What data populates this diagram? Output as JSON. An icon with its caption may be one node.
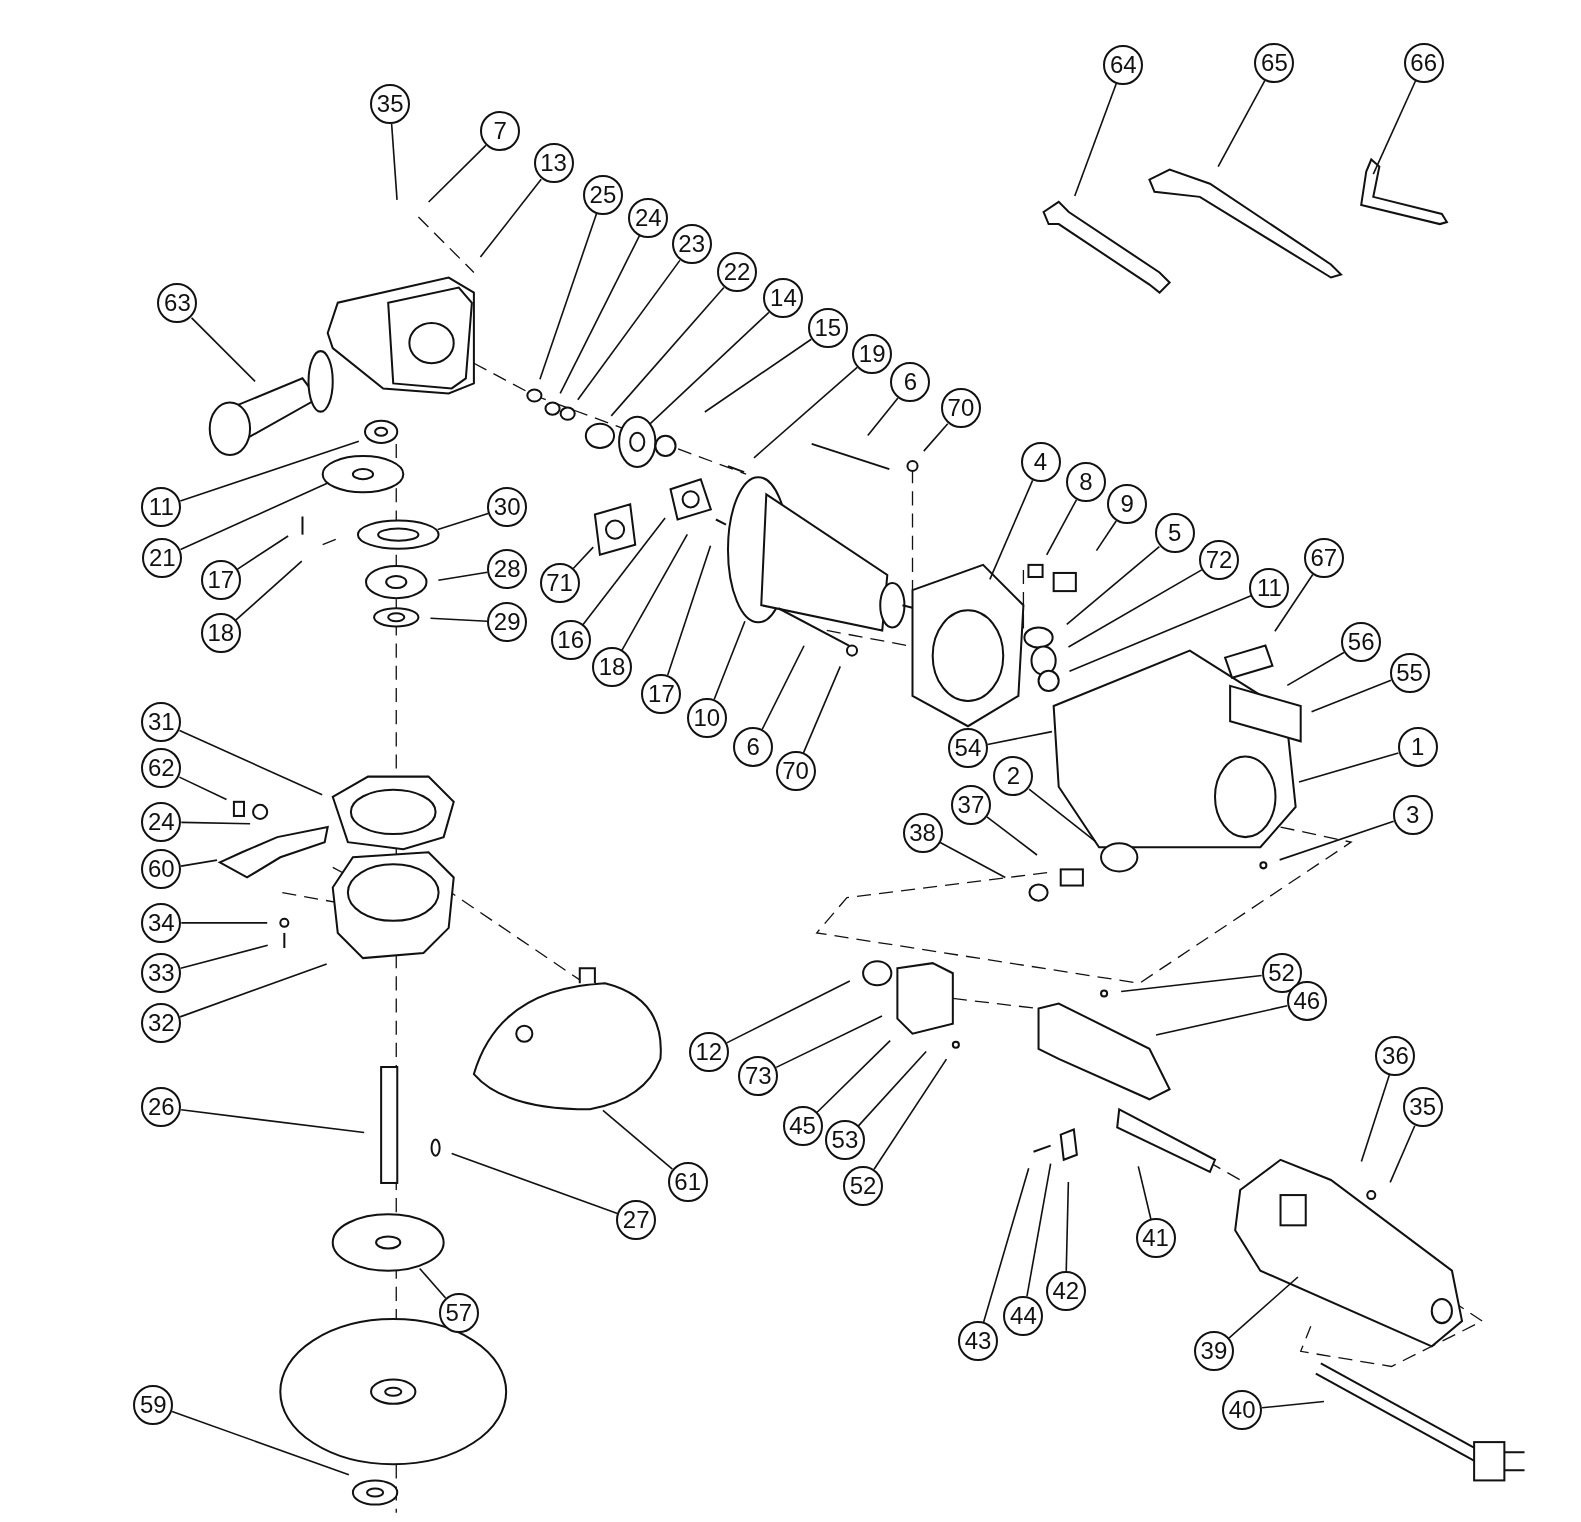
{
  "diagram": {
    "nodes": [
      {
        "text": [
          "35"
        ]
      },
      {
        "text": [
          "7"
        ]
      },
      {
        "text": [
          "13"
        ]
      },
      {
        "text": [
          "25"
        ]
      },
      {
        "text": [
          "24"
        ]
      },
      {
        "text": [
          "23"
        ]
      },
      {
        "text": [
          "22"
        ]
      },
      {
        "text": [
          "14"
        ]
      },
      {
        "text": [
          "15"
        ]
      },
      {
        "text": [
          "19"
        ]
      },
      {
        "text": [
          "6"
        ]
      },
      {
        "text": [
          "70"
        ]
      },
      {
        "text": [
          "63"
        ]
      },
      {
        "text": [
          "11"
        ]
      },
      {
        "text": [
          "21"
        ]
      },
      {
        "text": [
          "17"
        ]
      },
      {
        "text": [
          "18"
        ]
      },
      {
        "text": [
          "30"
        ]
      },
      {
        "text": [
          "28"
        ]
      },
      {
        "text": [
          "29"
        ]
      },
      {
        "text": [
          "71"
        ]
      },
      {
        "text": [
          "16"
        ]
      },
      {
        "text": [
          "18"
        ]
      },
      {
        "text": [
          "17"
        ]
      },
      {
        "text": [
          "10"
        ]
      },
      {
        "text": [
          "6"
        ]
      },
      {
        "text": [
          "70"
        ]
      },
      {
        "text": [
          "4"
        ]
      },
      {
        "text": [
          "8"
        ]
      },
      {
        "text": [
          "9"
        ]
      },
      {
        "text": [
          "5"
        ]
      },
      {
        "text": [
          "72"
        ]
      },
      {
        "text": [
          "11"
        ]
      },
      {
        "text": [
          "67"
        ]
      },
      {
        "text": [
          "56"
        ]
      },
      {
        "text": [
          "55"
        ]
      },
      {
        "text": [
          "54"
        ]
      },
      {
        "text": [
          "1"
        ]
      },
      {
        "text": [
          "2"
        ]
      },
      {
        "text": [
          "37"
        ]
      },
      {
        "text": [
          "38"
        ]
      },
      {
        "text": [
          "3"
        ]
      },
      {
        "text": [
          "31"
        ]
      },
      {
        "text": [
          "62"
        ]
      },
      {
        "text": [
          "24"
        ]
      },
      {
        "text": [
          "60"
        ]
      },
      {
        "text": [
          "34"
        ]
      },
      {
        "text": [
          "33"
        ]
      },
      {
        "text": [
          "32"
        ]
      },
      {
        "text": [
          "12"
        ]
      },
      {
        "text": [
          "73"
        ]
      },
      {
        "text": [
          "45"
        ]
      },
      {
        "text": [
          "53"
        ]
      },
      {
        "text": [
          "52"
        ]
      },
      {
        "text": [
          "52"
        ]
      },
      {
        "text": [
          "46"
        ]
      },
      {
        "text": [
          "36"
        ]
      },
      {
        "text": [
          "35"
        ]
      },
      {
        "text": [
          "41"
        ]
      },
      {
        "text": [
          "42"
        ]
      },
      {
        "text": [
          "44"
        ]
      },
      {
        "text": [
          "43"
        ]
      },
      {
        "text": [
          "39"
        ]
      },
      {
        "text": [
          "40"
        ]
      },
      {
        "text": [
          "26"
        ]
      },
      {
        "text": [
          "27"
        ]
      },
      {
        "text": [
          "61"
        ]
      },
      {
        "text": [
          "57"
        ]
      },
      {
        "text": [
          "59"
        ]
      },
      {
        "text": [
          "64"
        ]
      },
      {
        "text": [
          "65"
        ]
      },
      {
        "text": [
          "66"
        ]
      }
    ],
    "edges": [
      {
        "from": 0,
        "to": null,
        "arrow": "none"
      },
      {
        "from": 1,
        "to": null,
        "arrow": "none"
      },
      {
        "from": 2,
        "to": null,
        "arrow": "none"
      },
      {
        "from": 3,
        "to": null,
        "arrow": "none"
      },
      {
        "from": 4,
        "to": null,
        "arrow": "none"
      },
      {
        "from": 5,
        "to": null,
        "arrow": "none"
      },
      {
        "from": 6,
        "to": null,
        "arrow": "none"
      },
      {
        "from": 7,
        "to": null,
        "arrow": "none"
      },
      {
        "from": 8,
        "to": null,
        "arrow": "none"
      },
      {
        "from": 9,
        "to": null,
        "arrow": "none"
      },
      {
        "from": 10,
        "to": null,
        "arrow": "none"
      },
      {
        "from": 11,
        "to": null,
        "arrow": "none"
      },
      {
        "from": 12,
        "to": null,
        "arrow": "none"
      },
      {
        "from": 13,
        "to": null,
        "arrow": "none"
      },
      {
        "from": 14,
        "to": null,
        "arrow": "none"
      },
      {
        "from": 15,
        "to": null,
        "arrow": "none"
      },
      {
        "from": 16,
        "to": null,
        "arrow": "none"
      },
      {
        "from": 17,
        "to": null,
        "arrow": "none"
      },
      {
        "from": 18,
        "to": null,
        "arrow": "none"
      },
      {
        "from": 19,
        "to": null,
        "arrow": "none"
      },
      {
        "from": 20,
        "to": null,
        "arrow": "none"
      },
      {
        "from": 21,
        "to": null,
        "arrow": "none"
      },
      {
        "from": 22,
        "to": null,
        "arrow": "none"
      },
      {
        "from": 23,
        "to": null,
        "arrow": "none"
      },
      {
        "from": 24,
        "to": null,
        "arrow": "none"
      },
      {
        "from": 25,
        "to": null,
        "arrow": "none"
      },
      {
        "from": 26,
        "to": null,
        "arrow": "none"
      },
      {
        "from": 27,
        "to": null,
        "arrow": "none"
      },
      {
        "from": 28,
        "to": null,
        "arrow": "none"
      },
      {
        "from": 29,
        "to": null,
        "arrow": "none"
      },
      {
        "from": 30,
        "to": null,
        "arrow": "none"
      },
      {
        "from": 31,
        "to": null,
        "arrow": "none"
      },
      {
        "from": 32,
        "to": null,
        "arrow": "none"
      },
      {
        "from": 33,
        "to": null,
        "arrow": "none"
      },
      {
        "from": 34,
        "to": null,
        "arrow": "none"
      },
      {
        "from": 35,
        "to": null,
        "arrow": "none"
      },
      {
        "from": 36,
        "to": null,
        "arrow": "none"
      },
      {
        "from": 37,
        "to": null,
        "arrow": "none"
      },
      {
        "from": 38,
        "to": null,
        "arrow": "none"
      },
      {
        "from": 39,
        "to": null,
        "arrow": "none"
      },
      {
        "from": 40,
        "to": null,
        "arrow": "none"
      },
      {
        "from": 41,
        "to": null,
        "arrow": "none"
      },
      {
        "from": 42,
        "to": null,
        "arrow": "none"
      },
      {
        "from": 43,
        "to": null,
        "arrow": "none"
      },
      {
        "from": 44,
        "to": null,
        "arrow": "none"
      },
      {
        "from": 45,
        "to": null,
        "arrow": "none"
      },
      {
        "from": 46,
        "to": null,
        "arrow": "none"
      },
      {
        "from": 47,
        "to": null,
        "arrow": "none"
      },
      {
        "from": 48,
        "to": null,
        "arrow": "none"
      },
      {
        "from": 49,
        "to": null,
        "arrow": "none"
      },
      {
        "from": 50,
        "to": null,
        "arrow": "none"
      },
      {
        "from": 51,
        "to": null,
        "arrow": "none"
      },
      {
        "from": 52,
        "to": null,
        "arrow": "none"
      },
      {
        "from": 53,
        "to": null,
        "arrow": "none"
      },
      {
        "from": 54,
        "to": null,
        "arrow": "none"
      },
      {
        "from": 55,
        "to": null,
        "arrow": "none"
      },
      {
        "from": 56,
        "to": null,
        "arrow": "none"
      },
      {
        "from": 57,
        "to": null,
        "arrow": "none"
      },
      {
        "from": 58,
        "to": null,
        "arrow": "none"
      },
      {
        "from": 59,
        "to": null,
        "arrow": "none"
      },
      {
        "from": 60,
        "to": null,
        "arrow": "none"
      },
      {
        "from": 61,
        "to": null,
        "arrow": "none"
      },
      {
        "from": 62,
        "to": null,
        "arrow": "none"
      },
      {
        "from": 63,
        "to": null,
        "arrow": "none"
      },
      {
        "from": 64,
        "to": null,
        "arrow": "none"
      },
      {
        "from": 65,
        "to": null,
        "arrow": "none"
      },
      {
        "from": 66,
        "to": null,
        "arrow": "none"
      },
      {
        "from": 67,
        "to": null,
        "arrow": "none"
      },
      {
        "from": 68,
        "to": null,
        "arrow": "none"
      },
      {
        "from": 69,
        "to": null,
        "arrow": "none"
      },
      {
        "from": 70,
        "to": null,
        "arrow": "none"
      },
      {
        "from": 71,
        "to": null,
        "arrow": "none"
      }
    ]
  }
}
